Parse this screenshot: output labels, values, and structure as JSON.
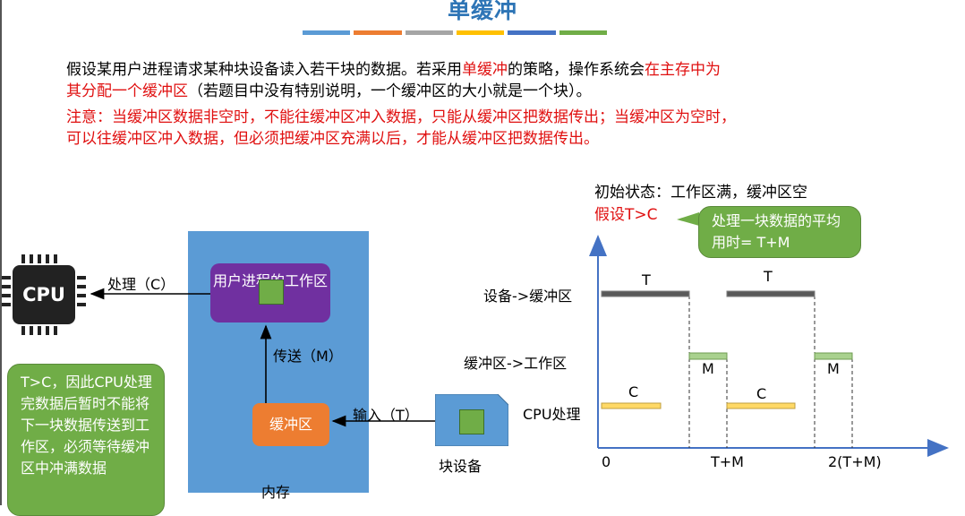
{
  "page": {
    "title": "单缓冲",
    "stripe_colors": [
      "#5B9BD5",
      "#ED7D31",
      "#A5A5A5",
      "#FFC000",
      "#4472C4",
      "#70AD47"
    ]
  },
  "paragraph1": {
    "part1": "假设某用户进程请求某种块设备读入若干块的数据。若采用",
    "part2": "单缓冲",
    "part3": "的策略，操作系统会",
    "part4": "在主存中为",
    "line2_red": "其分配一个缓冲区",
    "line2_rest": "（若题目中没有特别说明，一个缓冲区的大小就是一个块）。"
  },
  "paragraph2": {
    "line1": "注意：当缓冲区数据非空时，不能往缓冲区冲入数据，只能从缓冲区把数据传出；当缓冲区为空时，",
    "line2": "可以往缓冲区冲入数据，但必须把缓冲区充满以后，才能从缓冲区把数据传出。"
  },
  "diagram": {
    "cpu_label": "CPU",
    "process_label": "处理（C）",
    "user_area_label": "用户进程的工作区",
    "transfer_label": "传送（M）",
    "buffer_label": "缓冲区",
    "input_label": "输入（T）",
    "device_label": "块设备",
    "memory_label": "内存",
    "cpu_note": "T>C，因此CPU处理完数据后暂时不能将下一块数据传送到工作区，必须等待缓冲区中冲满数据"
  },
  "timeline": {
    "initial_state": "初始状态：工作区满，缓冲区空",
    "assumption": "假设T>C",
    "avg_note": "处理一块数据的平均用时= T+M",
    "rows": [
      "设备->缓冲区",
      "缓冲区->工作区",
      "CPU处理"
    ],
    "x_ticks": [
      "0",
      "T+M",
      "2(T+M)"
    ],
    "bar_labels": {
      "T": "T",
      "M": "M",
      "C": "C"
    }
  }
}
